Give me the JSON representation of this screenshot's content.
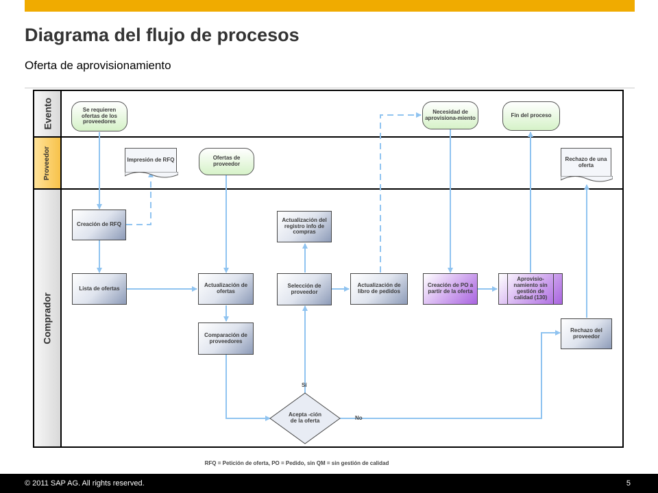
{
  "header": {
    "title": "Diagrama del flujo de procesos",
    "subtitle": "Oferta de aprovisionamiento"
  },
  "lanes": {
    "evento": "Evento",
    "proveedor": "Proveedor",
    "comprador": "Comprador"
  },
  "nodes": {
    "se_requieren": "Se requieren ofertas de los proveedores",
    "necesidad": "Necesidad de aprovisiona-miento",
    "fin": "Fin del proceso",
    "impresion_rfq": "Impresión de RFQ",
    "ofertas_proveedor": "Ofertas de proveedor",
    "rechazo_oferta": "Rechazo de una oferta",
    "creacion_rfq": "Creación de RFQ",
    "actualizacion_registro": "Actualización del registro info de compras",
    "lista_ofertas": "Lista de ofertas",
    "actualizacion_ofertas": "Actualización de ofertas",
    "seleccion_proveedor": "Selección de proveedor",
    "actualizacion_libro": "Actualización de libro de pedidos",
    "creacion_po": "Creación de PO a partir de la oferta",
    "aprovisionamiento": "Aprovisio-namiento sin gestión de calidad (130)",
    "comparacion": "Comparación de proveedores",
    "rechazo_proveedor": "Rechazo del proveedor",
    "acepta_oferta": "Acepta -ción de la oferta"
  },
  "labels": {
    "si": "Sí",
    "no": "No"
  },
  "legend": "RFQ = Petición de oferta, PO = Pedido, sin QM = sin gestión de calidad",
  "footer": {
    "copyright": "© 2011 SAP AG. All rights reserved.",
    "page": "5"
  },
  "colors": {
    "accent": "#f0ab00",
    "connector": "#8fc3f0",
    "event_fill": "#d6f2c8",
    "purple_task": "#a964e0"
  }
}
